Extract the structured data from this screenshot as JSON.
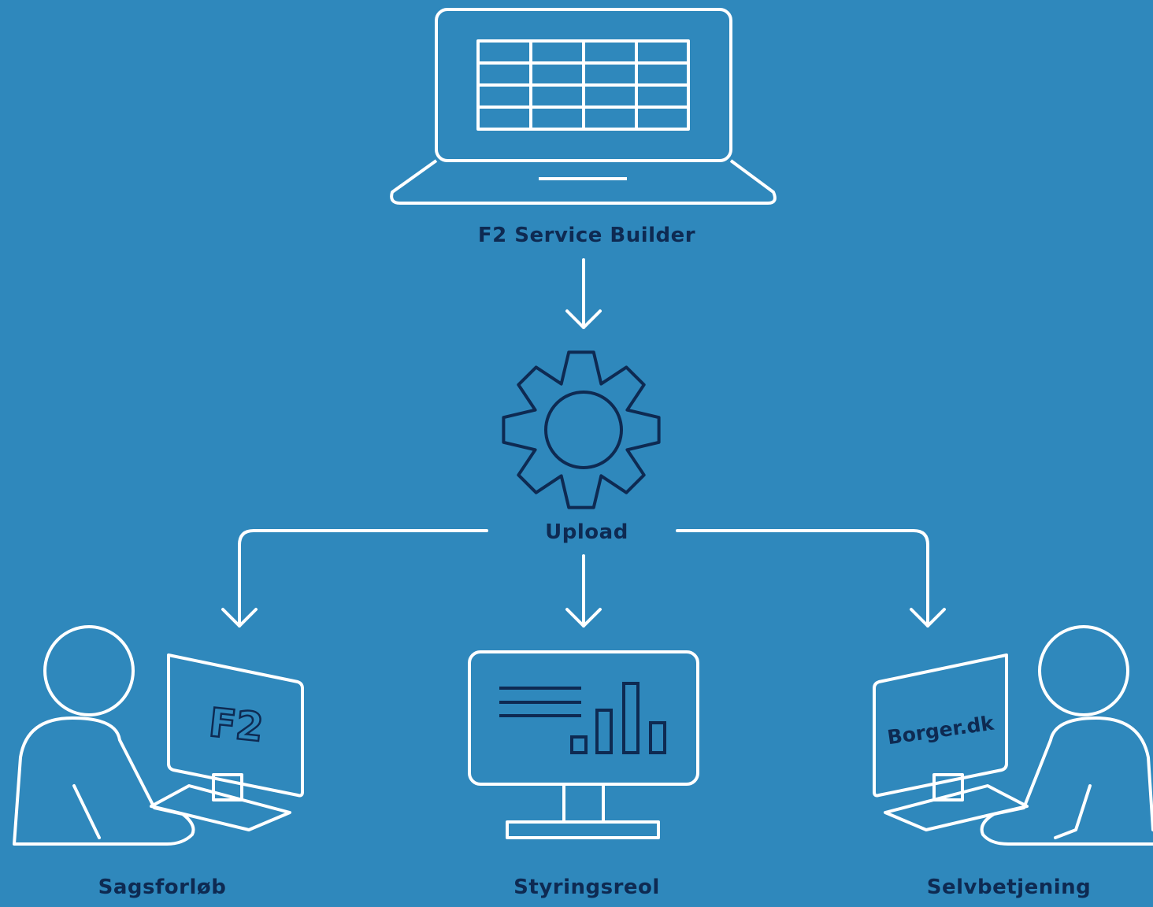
{
  "colors": {
    "background": "#2f88bc",
    "stroke": "#ffffff",
    "label": "#0e2a52",
    "dark_stroke": "#0e2a52"
  },
  "nodes": {
    "builder": {
      "label": "F2 Service Builder",
      "icon": "laptop-spreadsheet-icon"
    },
    "upload": {
      "label": "Upload",
      "icon": "gear-icon"
    },
    "sagsforlob": {
      "label": "Sagsforløb",
      "icon": "person-at-computer-icon",
      "screen_text": "F2"
    },
    "styringsreol": {
      "label": "Styringsreol",
      "icon": "monitor-chart-icon"
    },
    "selvbetjening": {
      "label": "Selvbetjening",
      "icon": "person-at-computer-icon",
      "screen_text": "Borger.dk"
    }
  },
  "edges": [
    {
      "from": "builder",
      "to": "upload"
    },
    {
      "from": "upload",
      "to": "sagsforlob"
    },
    {
      "from": "upload",
      "to": "styringsreol"
    },
    {
      "from": "upload",
      "to": "selvbetjening"
    }
  ]
}
